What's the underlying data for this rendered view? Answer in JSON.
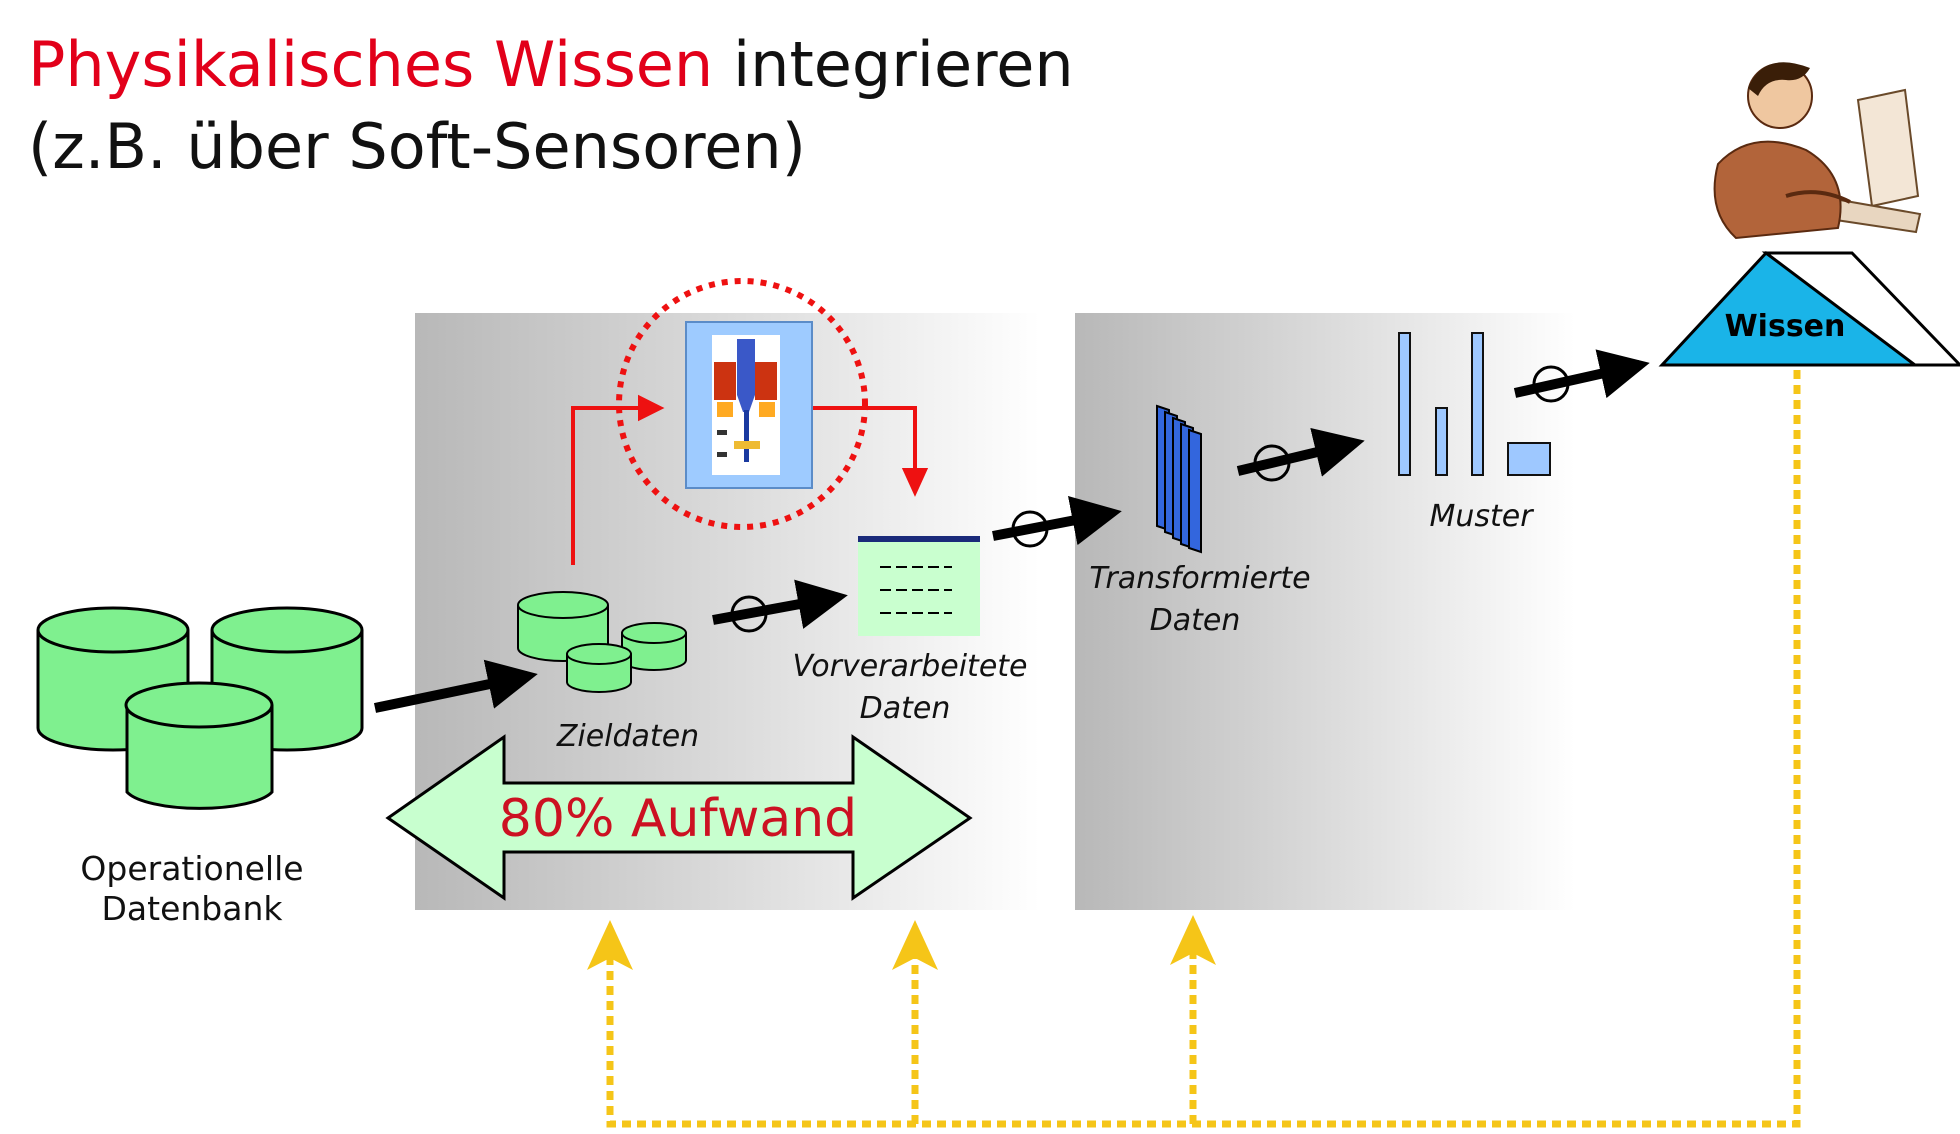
{
  "title": {
    "line1_highlight": "Physikalisches Wissen",
    "line1_rest": "integrieren",
    "line2": "(z.B. über Soft-Sensoren)"
  },
  "labels": {
    "operational_db": [
      "Operationelle",
      "Datenbank"
    ],
    "target_data": "Zieldaten",
    "preprocessed": [
      "Vorverarbeitete",
      "Daten"
    ],
    "transformed": [
      "Transformierte",
      "Daten"
    ],
    "patterns": "Muster",
    "knowledge": "Wissen",
    "effort": "80% Aufwand"
  },
  "icons": [
    "database-icon",
    "person-at-computer-icon",
    "sensor-schematic-icon",
    "document-icon",
    "stacked-pages-icon",
    "bar-pattern-icon"
  ],
  "colors": {
    "title_highlight": "#e2001a",
    "database_green": "#7ff08f",
    "feedback_yellow": "#f5c518",
    "knowledge_cyan": "#1ab4e8",
    "effort_text": "#cc1122",
    "physics_path": "#ee1111"
  }
}
